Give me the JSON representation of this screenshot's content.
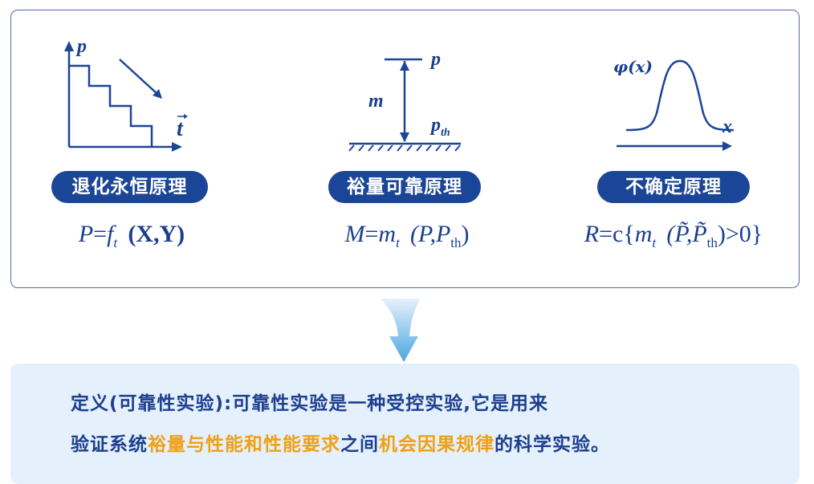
{
  "principles": [
    {
      "title": "退化永恒原理",
      "axis_y": "p",
      "axis_x": "t",
      "formula": {
        "lhs": "P",
        "eq": "=",
        "f": "f",
        "sub": "t⃗",
        "args": "(X,Y)"
      }
    },
    {
      "title": "裕量可靠原理",
      "label_m": "m",
      "label_p": "p",
      "label_pth": "p",
      "label_pth_sub": "th",
      "formula": {
        "lhs": "M",
        "eq": "=",
        "f": "m",
        "sub": "t⃗",
        "open": "(P,P",
        "th": "th",
        "close": ")"
      }
    },
    {
      "title": "不确定原理",
      "label_phi": "φ(x)",
      "label_x": "x",
      "formula": {
        "lhs": "R",
        "eq": "=c{",
        "f": "m",
        "sub": "t⃗",
        "open": "(P̃,P̃",
        "th": "th",
        "close": ")>0}"
      }
    }
  ],
  "definition": {
    "line1": "定义(可靠性实验):可靠性实验是一种受控实验,它是用来",
    "line2": [
      {
        "text": "验证系统",
        "hl": false
      },
      {
        "text": "裕量与性能和性能要求",
        "hl": true
      },
      {
        "text": "之间",
        "hl": false
      },
      {
        "text": "机会因果规律",
        "hl": true
      },
      {
        "text": "的科学实验。",
        "hl": false
      }
    ]
  },
  "colors": {
    "primary": "#1b4596",
    "highlight": "#f0a014",
    "panel": "#e4f0fb"
  }
}
